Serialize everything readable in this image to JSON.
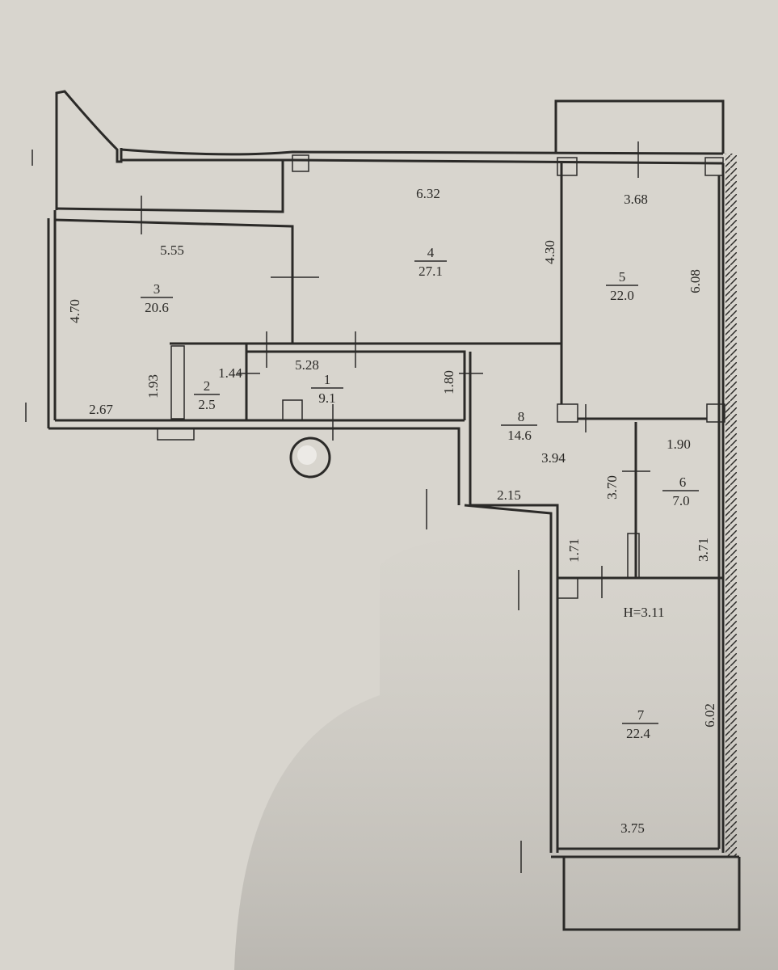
{
  "rooms": [
    {
      "number": "1",
      "area": "9.1"
    },
    {
      "number": "2",
      "area": "2.5"
    },
    {
      "number": "3",
      "area": "20.6"
    },
    {
      "number": "4",
      "area": "27.1"
    },
    {
      "number": "5",
      "area": "22.0"
    },
    {
      "number": "6",
      "area": "7.0"
    },
    {
      "number": "7",
      "area": "22.4"
    },
    {
      "number": "8",
      "area": "14.6"
    }
  ],
  "dimensions": {
    "d632": "6.32",
    "d368": "3.68",
    "d555": "5.55",
    "d470": "4.70",
    "d430": "4.30",
    "d608": "6.08",
    "d144": "1.44",
    "d528": "5.28",
    "d193": "1.93",
    "d267": "2.67",
    "d180": "1.80",
    "d394": "3.94",
    "d190": "1.90",
    "d370": "3.70",
    "d215": "2.15",
    "d171": "1.71",
    "d371": "3.71",
    "d602": "6.02",
    "d375": "3.75"
  },
  "ceiling_height": "H=3.11",
  "colors": {
    "paper": "#d8d5ce",
    "ink": "#2b2a28"
  }
}
